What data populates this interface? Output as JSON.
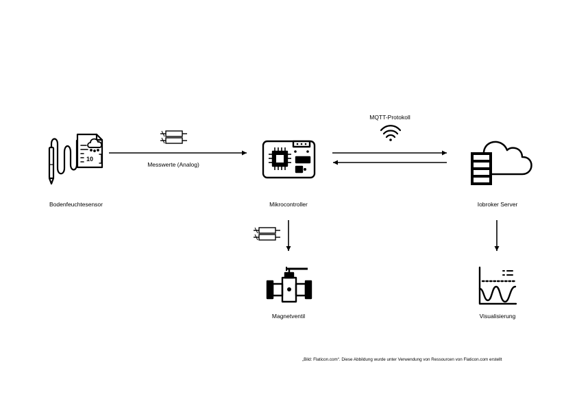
{
  "nodes": {
    "sensor": {
      "label": "Bodenfeuchtesensor",
      "icon": "soil-moisture-sensor-icon",
      "sensor_reading": "10"
    },
    "mcu": {
      "label": "Mikrocontroller",
      "icon": "microcontroller-icon"
    },
    "server": {
      "label": "Iobroker Server",
      "icon": "cloud-server-icon"
    },
    "valve": {
      "label": "Magnetventil",
      "icon": "valve-icon"
    },
    "vis": {
      "label": "Visualisierung",
      "icon": "chart-icon"
    }
  },
  "edges": {
    "sensor_mcu": {
      "label": "Messwerte (Analog)"
    },
    "mcu_server": {
      "label": "MQTT-Protokoll",
      "icon": "wifi-icon"
    },
    "mcu_valve": {
      "icon": "cable-icon"
    },
    "server_vis": {}
  },
  "credit": "„Bild: Flaticon.com“. Diese Abbildung wurde unter Verwendung von Ressourcen von Flaticon.com erstellt"
}
